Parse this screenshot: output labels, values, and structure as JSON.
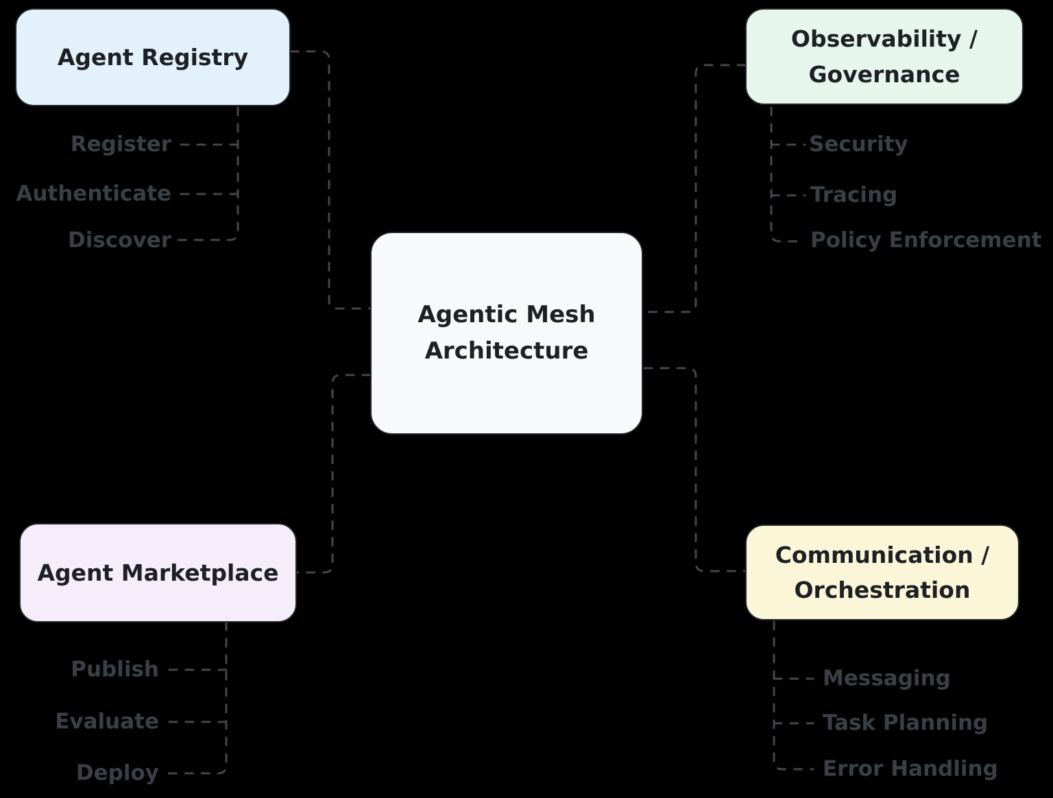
{
  "diagram": {
    "center": {
      "label": "Agentic Mesh Architecture"
    },
    "nodes": [
      {
        "id": "agent-registry",
        "label": "Agent Registry",
        "fill": "#e3f1fb",
        "items": [
          "Register",
          "Authenticate",
          "Discover"
        ]
      },
      {
        "id": "observability-governance",
        "label": "Observability / Governance",
        "fill": "#e7f6ec",
        "items": [
          "Security",
          "Tracing",
          "Policy Enforcement"
        ]
      },
      {
        "id": "agent-marketplace",
        "label": "Agent Marketplace",
        "fill": "#f5edfa",
        "items": [
          "Publish",
          "Evaluate",
          "Deploy"
        ]
      },
      {
        "id": "communication-orchestration",
        "label": "Communication / Orchestration",
        "fill": "#fcf6d9",
        "items": [
          "Messaging",
          "Task Planning",
          "Error Handling"
        ]
      }
    ]
  },
  "colors": {
    "bg": "#000000",
    "center_fill": "#f8f9fa",
    "node_border": "#23272c",
    "title_text": "#1d2125",
    "item_text": "#3a3f45",
    "line": "#42474c"
  }
}
